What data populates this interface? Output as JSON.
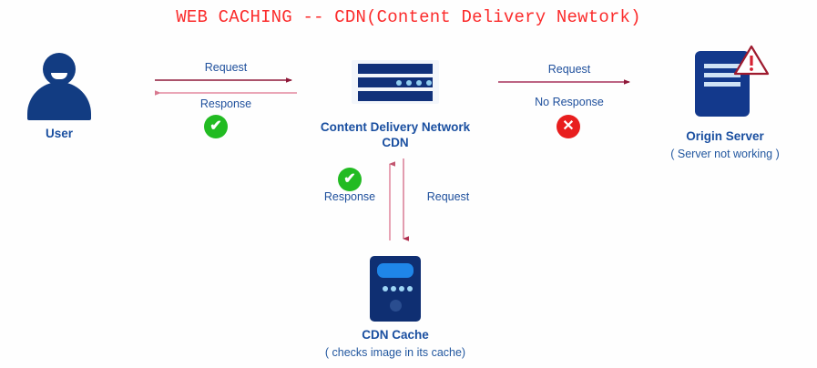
{
  "title": "WEB CACHING -- CDN(Content Delivery Newtork)",
  "colors": {
    "title_red": "#fb2c2c",
    "label_blue": "#1a4fa0",
    "node_navy": "#123c82",
    "arrow_dark": "#8e1838",
    "arrow_light": "#e4889f",
    "ok_green": "#22bb22",
    "error_red": "#e81e1e",
    "background": "#fefefe"
  },
  "nodes": {
    "user": {
      "label": "User",
      "icon": "user-avatar-icon"
    },
    "cdn": {
      "label_line1": "Content Delivery Network",
      "label_line2": "CDN",
      "icon": "server-rack-icon"
    },
    "origin": {
      "label": "Origin Server",
      "sublabel": "( Server not working )",
      "icon": "origin-server-icon",
      "status_icon": "warning-triangle-icon"
    },
    "cache": {
      "label": "CDN Cache",
      "sublabel": "( checks image in its cache)",
      "icon": "cache-box-icon"
    }
  },
  "edges": {
    "user_to_cdn_request": {
      "label": "Request",
      "direction": "right"
    },
    "cdn_to_user_response": {
      "label": "Response",
      "direction": "left",
      "status": "ok",
      "status_glyph": "✔"
    },
    "cdn_to_origin_request": {
      "label": "Request",
      "direction": "right"
    },
    "origin_no_response": {
      "label": "No Response",
      "status": "error",
      "status_glyph": "✕"
    },
    "cdn_to_cache_request": {
      "label": "Request",
      "direction": "down"
    },
    "cache_to_cdn_response": {
      "label": "Response",
      "direction": "up",
      "status": "ok",
      "status_glyph": "✔"
    }
  }
}
